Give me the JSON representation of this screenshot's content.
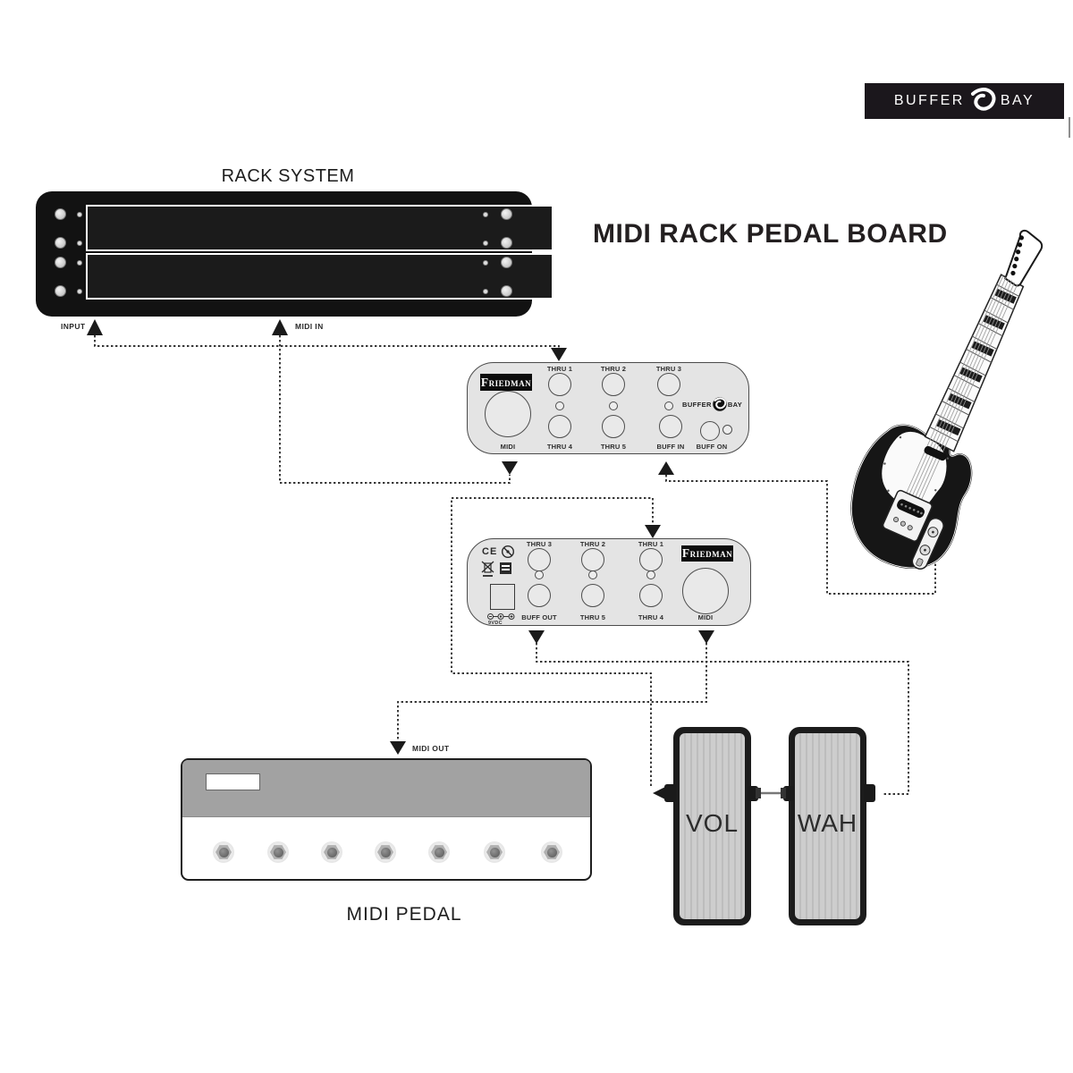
{
  "banner": {
    "left": "BUFFER",
    "right": "BAY"
  },
  "title": "MIDI RACK PEDAL BOARD",
  "rack": {
    "label": "RACK SYSTEM"
  },
  "ports": {
    "input": "INPUT",
    "midi_in": "MIDI IN",
    "midi_out": "MIDI OUT"
  },
  "buffer_top": {
    "brand": "Friedman",
    "logo_left": "BUFFER",
    "logo_right": "BAY",
    "top_jacks": [
      "THRU 1",
      "THRU 2",
      "THRU 3"
    ],
    "bottom_jacks": [
      "THRU 4",
      "THRU 5",
      "BUFF IN"
    ],
    "big_jack": "MIDI",
    "switch_label": "BUFF ON"
  },
  "buffer_bottom": {
    "brand": "Friedman",
    "top_jacks": [
      "THRU 3",
      "THRU 2",
      "THRU 1"
    ],
    "bottom_jacks": [
      "BUFF OUT",
      "THRU 5",
      "THRU 4"
    ],
    "big_jack": "MIDI",
    "ce_mark": "CE",
    "power": "9VDC"
  },
  "midi_pedal": {
    "label": "MIDI PEDAL"
  },
  "expression_pedals": [
    {
      "label": "VOL"
    },
    {
      "label": "WAH"
    }
  ],
  "colors": {
    "ink": "#1a1a1a",
    "unit_gray": "#e4e4e4",
    "rack_black": "#121212",
    "pedal_top_gray": "#a2a2a2",
    "pedal_rib_gray": "#c9c9c9"
  }
}
